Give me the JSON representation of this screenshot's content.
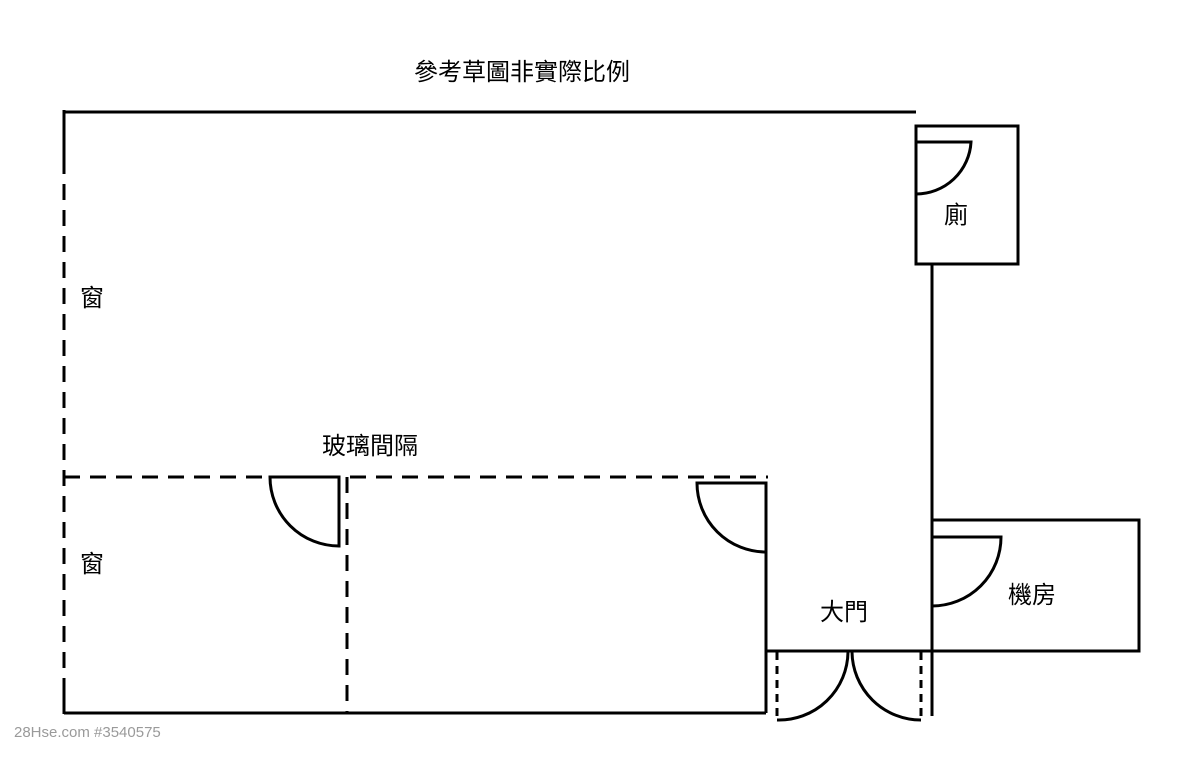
{
  "title": "參考草圖非實際比例",
  "rooms": {
    "window_upper": "窗",
    "window_lower": "窗",
    "glass_partition": "玻璃間隔",
    "toilet": "廁",
    "main_door": "大門",
    "machine_room": "機房"
  },
  "watermark": "28Hse.com #3540575",
  "colors": {
    "line": "#000000",
    "background": "#ffffff",
    "watermark": "#9a9a9a"
  }
}
